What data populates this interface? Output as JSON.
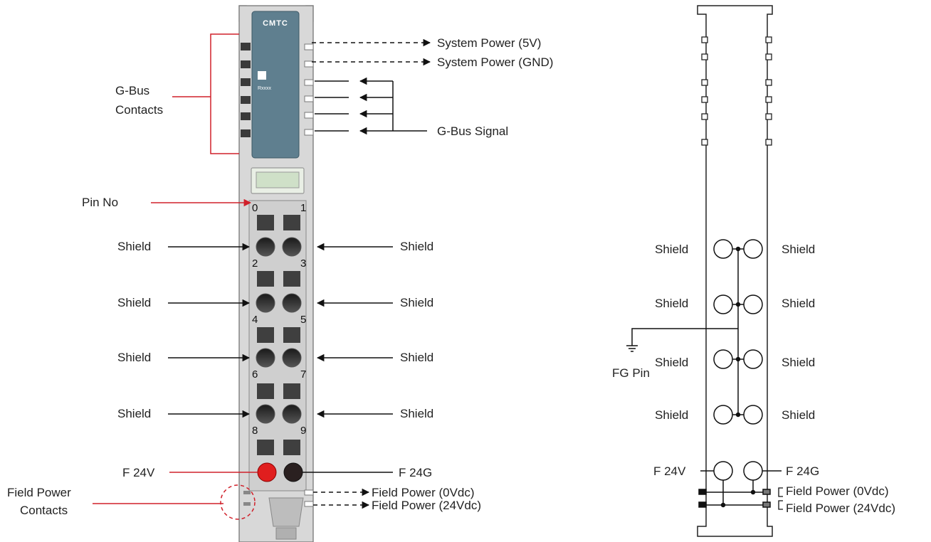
{
  "module": {
    "brand": "CMTC",
    "lower_label": "Rxxxx"
  },
  "left": {
    "gbus_contacts": [
      "G-Bus",
      "Contacts"
    ],
    "pin_no": "Pin No",
    "system_power_5v": "System Power (5V)",
    "system_power_gnd": "System Power (GND)",
    "gbus_signal": "G-Bus Signal",
    "pin_numbers": [
      "0",
      "1",
      "2",
      "3",
      "4",
      "5",
      "6",
      "7",
      "8",
      "9"
    ],
    "shield_left": [
      "Shield",
      "Shield",
      "Shield",
      "Shield"
    ],
    "shield_right": [
      "Shield",
      "Shield",
      "Shield",
      "Shield"
    ],
    "f24v": "F 24V",
    "f24g": "F 24G",
    "field_power_contacts": [
      "Field Power",
      "Contacts"
    ],
    "field_power_0v": "Field Power (0Vdc)",
    "field_power_24v": "Field Power (24Vdc)"
  },
  "right": {
    "shield_left": [
      "Shield",
      "Shield",
      "Shield",
      "Shield"
    ],
    "shield_right": [
      "Shield",
      "Shield",
      "Shield",
      "Shield"
    ],
    "fg_pin": "FG Pin",
    "f24v": "F 24V",
    "f24g": "F 24G",
    "field_power_0v": "Field Power (0Vdc)",
    "field_power_24v": "Field Power (24Vdc)"
  },
  "colors": {
    "red_line": "#d0202a",
    "led_red": "#e01e1e",
    "module_body": "#cfcfcf",
    "module_panel": "#5f7f8f"
  }
}
